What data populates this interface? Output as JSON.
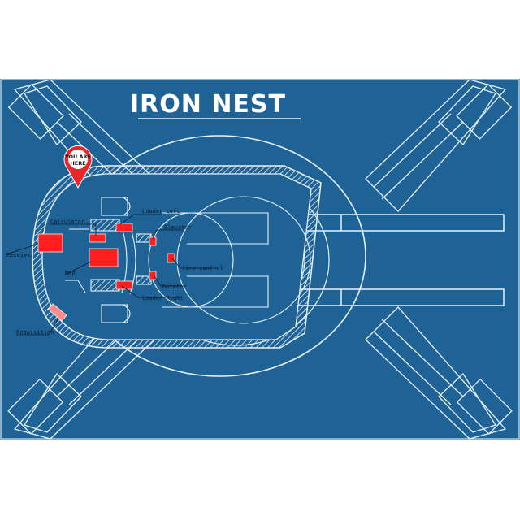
{
  "title": "IRON NEST",
  "pin": {
    "line1": "YOU ARE",
    "line2": "HERE"
  },
  "rooms": {
    "calculator": "Calculator",
    "loader_left": "Loader Left",
    "elevator": "Elevator",
    "receiver": "Receiver",
    "map": "Map",
    "fire_control": "fire control",
    "rotator": "Rotator",
    "loader_right": "Loader Right",
    "requisition": "Requisition"
  },
  "colors": {
    "background": "#1f6396",
    "line": "#e8f2fb",
    "room": "#ff1f1f",
    "requisition": "#ff8a8a",
    "pin": "#e8262b"
  }
}
